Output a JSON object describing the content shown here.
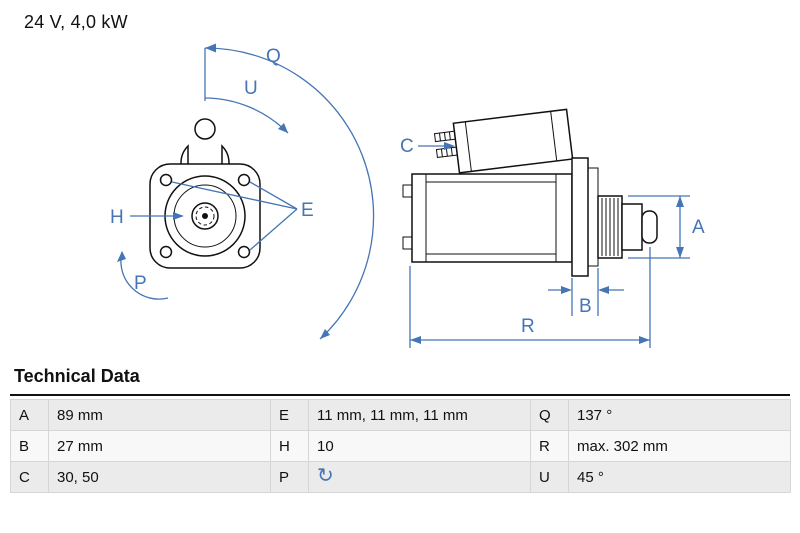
{
  "title": "24 V, 4,0 kW",
  "colors": {
    "accent": "#4575b4",
    "drawing": "#111111"
  },
  "diagram": {
    "labels": {
      "q": "Q",
      "u": "U",
      "h": "H",
      "e": "E",
      "p": "P",
      "c": "C",
      "a": "A",
      "b": "B",
      "r": "R"
    }
  },
  "table": {
    "heading": "Technical Data",
    "rows": [
      [
        {
          "k": "A",
          "v": "89 mm"
        },
        {
          "k": "E",
          "v": "11 mm, 11 mm, 11 mm"
        },
        {
          "k": "Q",
          "v": "137 °"
        }
      ],
      [
        {
          "k": "B",
          "v": "27 mm"
        },
        {
          "k": "H",
          "v": "10"
        },
        {
          "k": "R",
          "v": "max. 302 mm"
        }
      ],
      [
        {
          "k": "C",
          "v": "30, 50"
        },
        {
          "k": "P",
          "v": "↻"
        },
        {
          "k": "U",
          "v": "45 °"
        }
      ]
    ]
  }
}
